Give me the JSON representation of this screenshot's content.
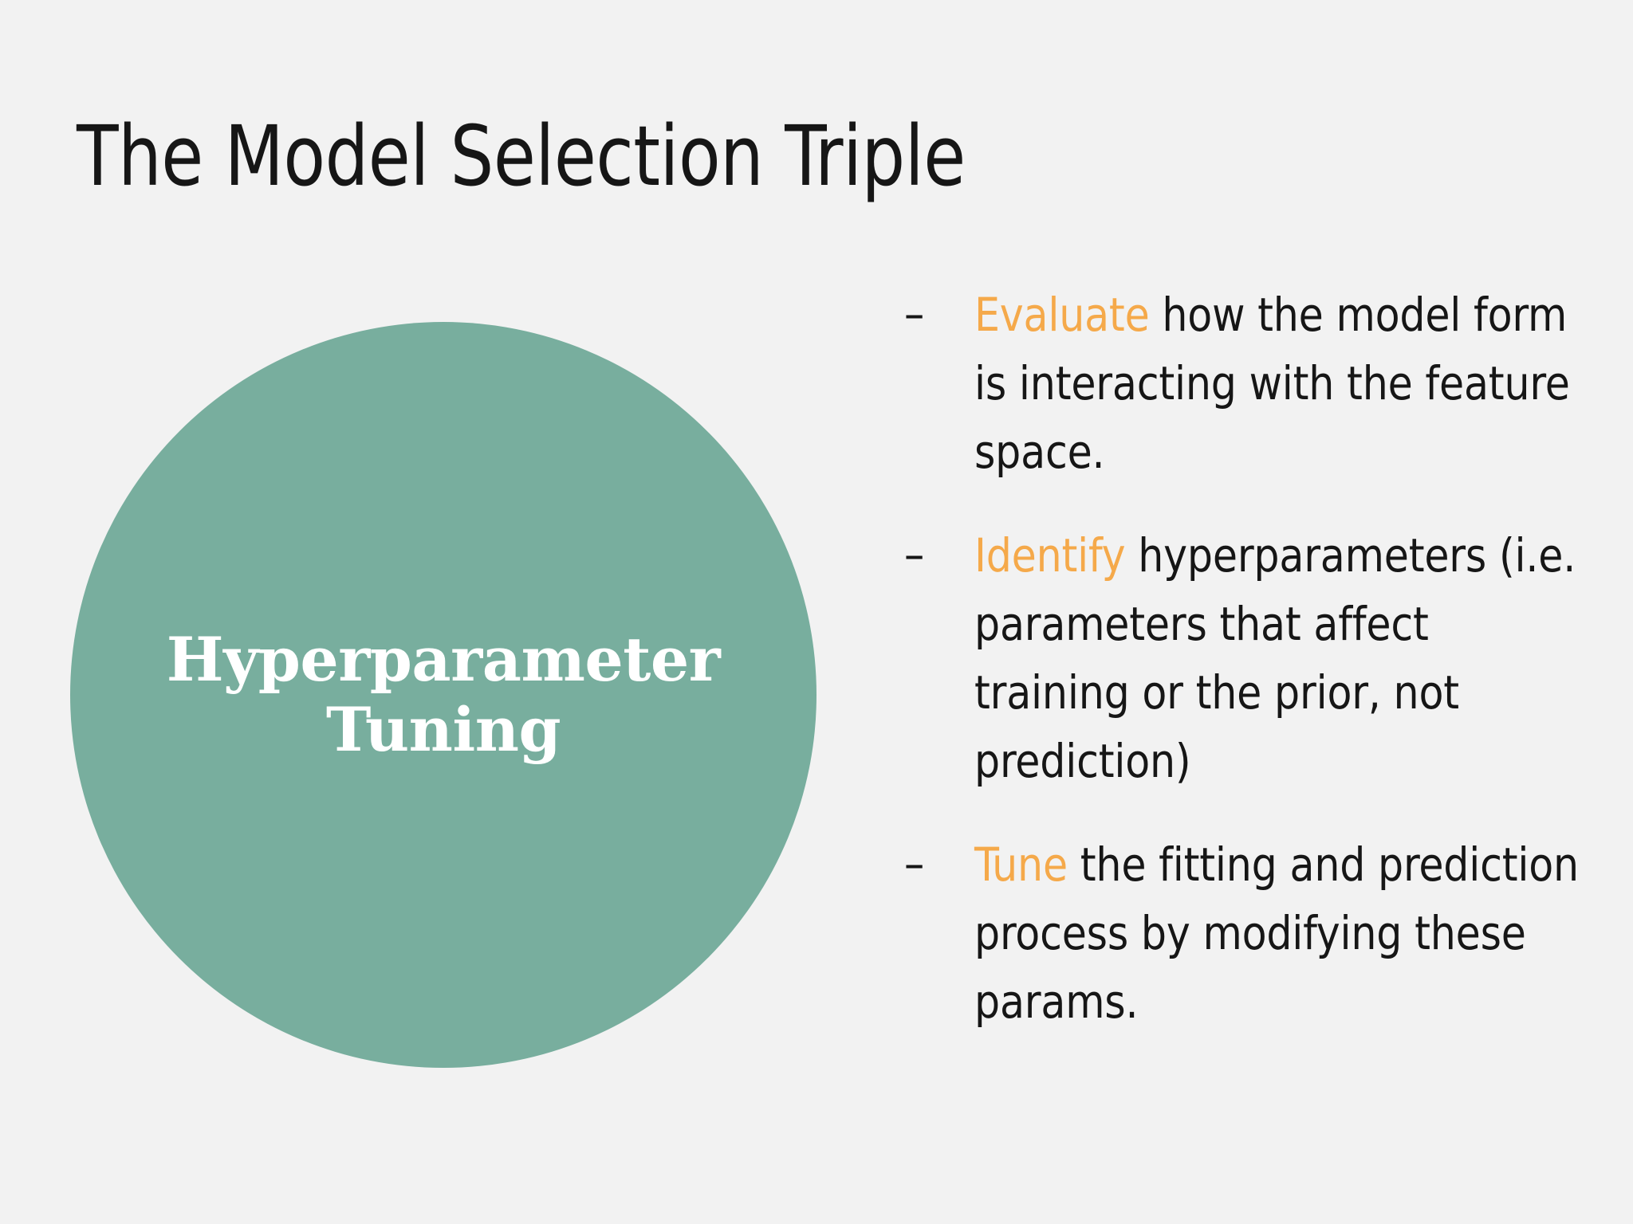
{
  "slide": {
    "background_color": "#f2f2f2",
    "title": "The Model Selection Triple"
  },
  "circle": {
    "fill_color": "#78ae9e",
    "text_color": "#ffffff",
    "label_line_1": "Hyperparameter",
    "label_line_2": "Tuning",
    "label_full": "Hyperparameter Tuning"
  },
  "bullets": {
    "marker": "–",
    "keyword_color": "#f5a94a",
    "text_color": "#161616",
    "items": [
      {
        "keyword": "Evaluate",
        "rest": " how the model form is interacting with the feature space.",
        "full": "Evaluate how the model form is interacting with the feature space."
      },
      {
        "keyword": "Identify",
        "rest": " hyperparameters (i.e. parameters that affect training or the prior, not prediction)",
        "full": "Identify hyperparameters (i.e. parameters that affect training or the prior, not prediction)"
      },
      {
        "keyword": "Tune",
        "rest": " the fitting and prediction process by modifying these params.",
        "full": "Tune the fitting and prediction process by modifying these params."
      }
    ]
  }
}
